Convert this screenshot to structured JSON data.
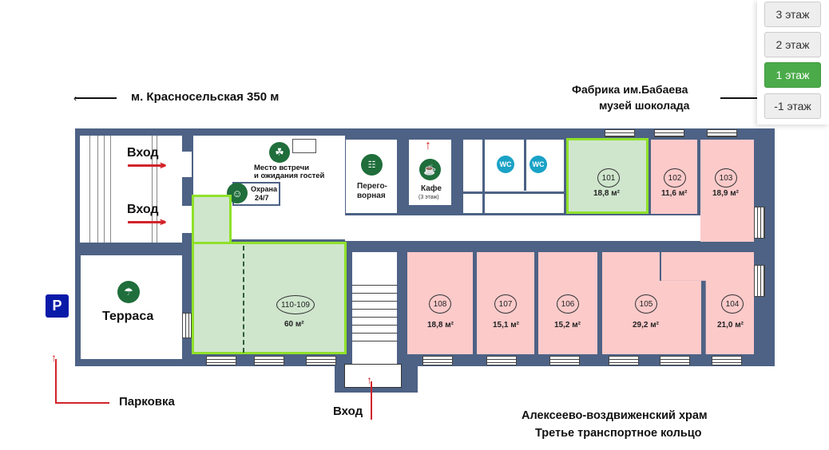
{
  "floor_selector": {
    "buttons": [
      {
        "label": "3 этаж",
        "active": false
      },
      {
        "label": "2 этаж",
        "active": false
      },
      {
        "label": "1 этаж",
        "active": true
      },
      {
        "label": "-1 этаж",
        "active": false
      }
    ]
  },
  "landmarks": {
    "metro": "м. Красносельская 350 м",
    "factory_line1": "Фабрика им.Бабаева",
    "factory_line2": "музей шоколада",
    "church_line1": "Алексеево-воздвиженский храм",
    "church_line2": "Третье транспортное кольцо",
    "parking": "Парковка",
    "parking_sign": "P"
  },
  "entrances": {
    "left_top": "Вход",
    "left_bottom": "Вход",
    "bottom": "Вход"
  },
  "amenities": {
    "meeting_line1": "Место встречи",
    "meeting_line2": "и ожидания гостей",
    "security_line1": "Охрана",
    "security_line2": "24/7",
    "negotiation_line1": "Перего-",
    "negotiation_line2": "ворная",
    "cafe": "Кафе",
    "cafe_note": "(3 этаж)",
    "terrace": "Терраса",
    "wc1": "WC",
    "wc2": "WC"
  },
  "rooms": [
    {
      "id": "101",
      "area": "18,8 м²",
      "status": "available"
    },
    {
      "id": "102",
      "area": "11,6 м²",
      "status": "occupied"
    },
    {
      "id": "103",
      "area": "18,9 м²",
      "status": "occupied"
    },
    {
      "id": "104",
      "area": "21,0 м²",
      "status": "occupied"
    },
    {
      "id": "105",
      "area": "29,2 м²",
      "status": "occupied"
    },
    {
      "id": "106",
      "area": "15,2 м²",
      "status": "occupied"
    },
    {
      "id": "107",
      "area": "15,1 м²",
      "status": "occupied"
    },
    {
      "id": "108",
      "area": "18,8 м²",
      "status": "occupied"
    },
    {
      "id": "110-109",
      "area": "60 м²",
      "status": "available"
    }
  ],
  "colors": {
    "wall": "#4d6285",
    "occupied": "#fdcaca",
    "available": "#cfe6cd",
    "available_border": "#8fe12a",
    "active_floor": "#4bab4a",
    "amenity_icon": "#1f6e3b",
    "wc_icon": "#1aa2c6",
    "arrow_red": "#d2232a",
    "parking_blue": "#0a1aa8"
  }
}
